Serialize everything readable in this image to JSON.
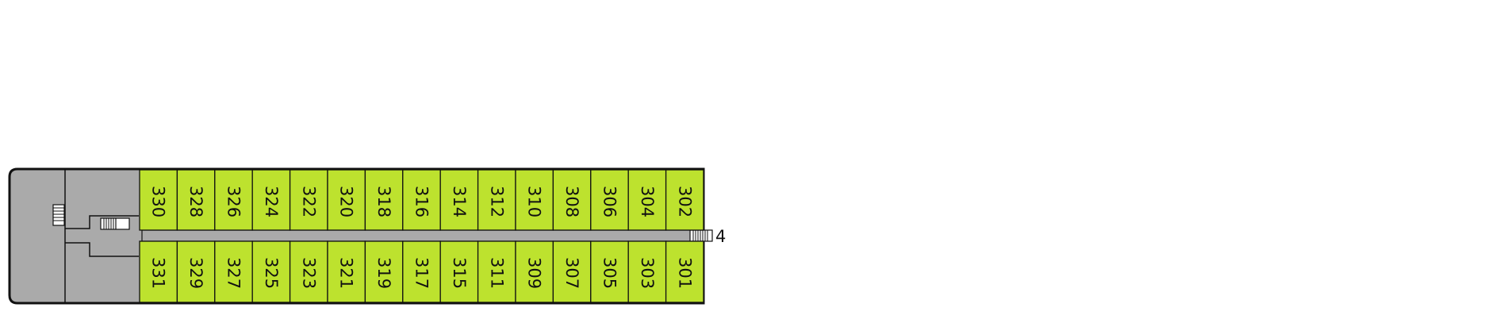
{
  "deck_plan": {
    "colors": {
      "hull": "#aaaaaa",
      "cabin": "#bde22e",
      "outline": "#111111",
      "stair_fill": "#ffffff"
    },
    "cabins_top": [
      "330",
      "328",
      "326",
      "324",
      "322",
      "320",
      "318",
      "316",
      "314",
      "312",
      "310",
      "308",
      "306",
      "304",
      "302"
    ],
    "cabins_bottom": [
      "331",
      "329",
      "327",
      "325",
      "323",
      "321",
      "319",
      "317",
      "315",
      "311",
      "309",
      "307",
      "305",
      "303",
      "301"
    ],
    "stair_link_label": "4",
    "icons": [
      "staircase-icon"
    ]
  }
}
